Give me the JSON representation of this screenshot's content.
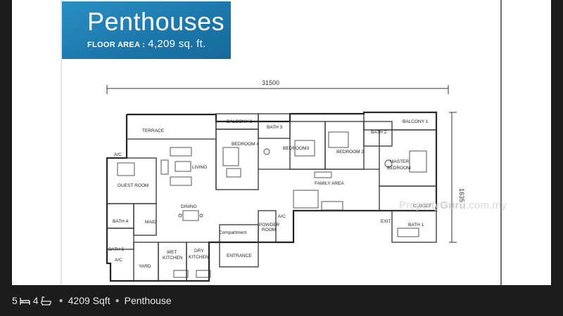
{
  "banner": {
    "title": "Penthouses",
    "floor_area_label": "FLOOR AREA :",
    "floor_area_value": "4,209 sq. ft."
  },
  "plan": {
    "dimension_width": "31500",
    "dimension_height": "1635",
    "rooms": {
      "terrace": "TERRACE",
      "balcony2": "BALCONY 2",
      "bath3": "BATH 3",
      "balcony1": "BALCONY 1",
      "bath2": "BATH 2",
      "bedroom4": "BEDROOM 4",
      "bedroom3": "BEDROOM3",
      "bedroom2": "BEDROOM 2",
      "master_bedroom_1": "MASTER",
      "master_bedroom_2": "BEDROOM",
      "living": "LIVING",
      "guest_room": "GUEST ROOM",
      "family_area": "FAMILY AREA",
      "ac1": "A/C",
      "ac2": "A/C",
      "ac3": "A/C",
      "dining": "DINING",
      "bath4": "BATH 4",
      "maid": "MAID",
      "bath5": "BATH 5",
      "powder_room_1": "POWDER",
      "powder_room_2": "ROOM",
      "compartment": "Compartment",
      "exit": "EXIT",
      "bath1": "BATH 1",
      "closet": "CLOSET",
      "yard": "YARD",
      "wet_kitchen_1": "WET",
      "wet_kitchen_2": "KITCHEN",
      "dry_kitchen_1": "DRY",
      "dry_kitchen_2": "KITCHEN",
      "entrance": "ENTRANCE"
    }
  },
  "watermark": {
    "part1": "Property",
    "part2": "Guru",
    "part3": ".com.my"
  },
  "caption": {
    "bedrooms": "5",
    "bathrooms": "4",
    "size": "4209 Sqft",
    "type": "Penthouse",
    "bed_icon": "bed-icon",
    "bath_icon": "bathtub-icon"
  }
}
